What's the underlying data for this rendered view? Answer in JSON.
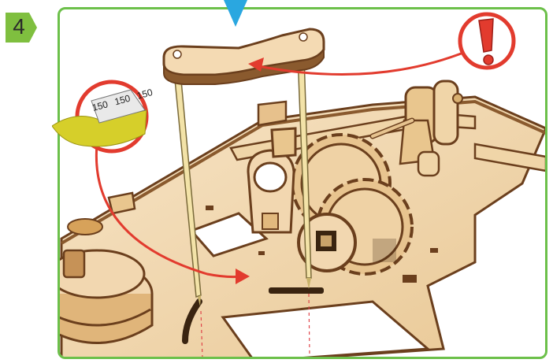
{
  "step": {
    "number": "4"
  },
  "callouts": {
    "sandpaper": {
      "grit_labels": [
        "150",
        "150",
        "150"
      ]
    },
    "warning": {
      "icon": "exclamation-icon"
    }
  },
  "colors": {
    "frame_border": "#6cc04a",
    "step_badge": "#7fbf3f",
    "pointer": "#2aa7e0",
    "callout": "#e23b2e",
    "wood_face": "#f2d7b0",
    "wood_edge": "#6b3f1d",
    "sandpaper": "#d6cf2a"
  }
}
